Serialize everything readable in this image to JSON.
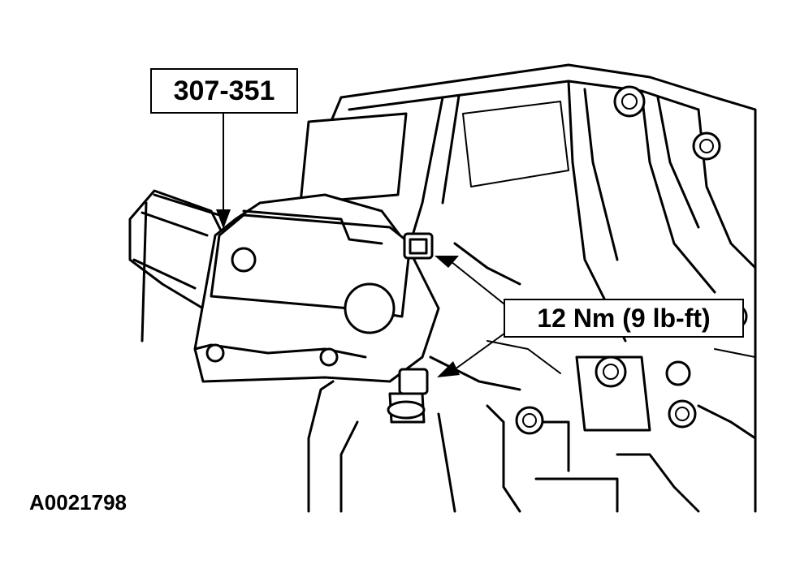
{
  "callouts": {
    "tool_number": "307-351",
    "torque_spec": "12 Nm (9 lb-ft)"
  },
  "figure_id": "A0021798"
}
